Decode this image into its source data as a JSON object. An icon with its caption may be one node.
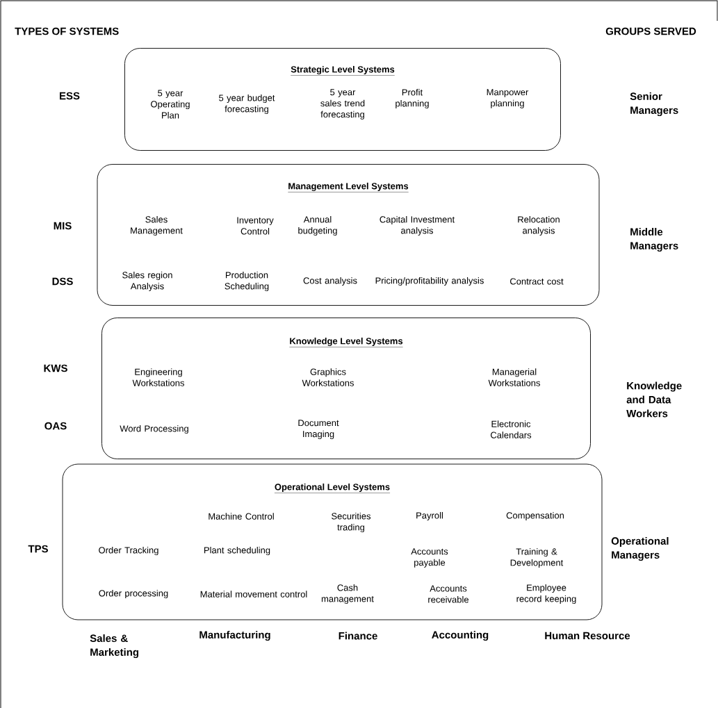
{
  "diagram": {
    "nodes": [
      {
        "text": [
          "Strategic Level Systems",
          "5 year Operating Plan",
          "5 year budget forecasting",
          "5 year sales trend forecasting",
          "Profit planning",
          "Manpower planning"
        ]
      },
      {
        "text": [
          "Management Level Systems",
          "Sales Management",
          "Inventory Control",
          "Annual budgeting",
          "Capital Investment analysis",
          "Relocation analysis",
          "Sales region Analysis",
          "Production Scheduling",
          "Cost analysis",
          "Pricing/profitability analysis",
          "Contract cost"
        ]
      },
      {
        "text": [
          "Knowledge Level Systems",
          "Engineering Workstations",
          "Graphics Workstations",
          "Managerial Workstations",
          "Word Processing",
          "Document Imaging",
          "Electronic Calendars"
        ]
      },
      {
        "text": [
          "Operational Level Systems",
          "Machine Control",
          "Securities trading",
          "Payroll",
          "Compensation",
          "Order Tracking",
          "Plant scheduling",
          "Accounts payable",
          "Training & Development",
          "Order processing",
          "Material movement control",
          "Cash management",
          "Accounts receivable",
          "Employee record keeping"
        ]
      }
    ],
    "labels": [
      "TYPES OF SYSTEMS",
      "GROUPS SERVED",
      "ESS",
      "Senior Managers",
      "MIS",
      "Middle Managers",
      "DSS",
      "KWS",
      "Knowledge and Data Workers",
      "OAS",
      "TPS",
      "Operational Managers",
      "Sales & Marketing",
      "Manufacturing",
      "Finance",
      "Accounting",
      "Human Resource"
    ]
  }
}
